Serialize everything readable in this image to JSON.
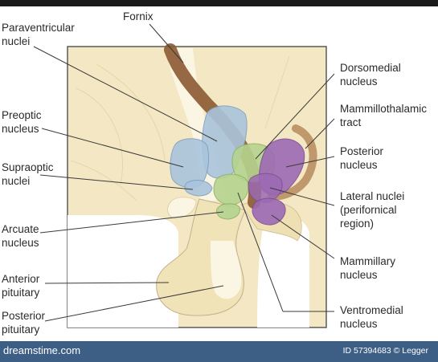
{
  "labels": {
    "fornix": "Fornix",
    "paraventricular": "Paraventricular\nnuclei",
    "preoptic": "Preoptic\nnucleus",
    "supraoptic": "Supraoptic\nnuclei",
    "arcuate": "Arcuate\nnucleus",
    "anterior_pituitary": "Anterior\npituitary",
    "posterior_pituitary": "Posterior\npituitary",
    "dorsomedial": "Dorsomedial\nnucleus",
    "mammillothalamic": "Mammillothalamic\ntract",
    "posterior": "Posterior\nnucleus",
    "lateral": "Lateral nuclei\n(perifornical\nregion)",
    "mammillary": "Mammillary\nnucleus",
    "ventromedial": "Ventromedial\nnucleus"
  },
  "footer": {
    "site": "dreamstime.com",
    "image_id": "ID 57394683 © Legger"
  },
  "colors": {
    "background_tissue": "#f4e8c4",
    "fornix": "#8b5a32",
    "blue_nuclei": "#a9c4dd",
    "green_nuclei": "#b5d38f",
    "purple_nuclei": "#9c6ab4",
    "footer": "#3d5f86"
  }
}
